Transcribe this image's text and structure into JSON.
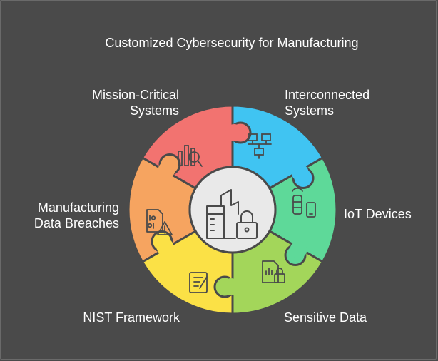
{
  "title": "Customized Cybersecurity for Manufacturing",
  "segments": [
    {
      "label_line1": "Mission-Critical",
      "label_line2": "Systems",
      "color": "#f27370",
      "icon": "chart-magnifier-icon"
    },
    {
      "label_line1": "Interconnected",
      "label_line2": "Systems",
      "color": "#40c4f2",
      "icon": "network-computers-icon"
    },
    {
      "label_line1": "IoT Devices",
      "label_line2": "",
      "color": "#5ed999",
      "icon": "iot-devices-icon"
    },
    {
      "label_line1": "Sensitive Data",
      "label_line2": "",
      "color": "#a3d65a",
      "icon": "locked-document-icon"
    },
    {
      "label_line1": "NIST Framework",
      "label_line2": "",
      "color": "#fbe146",
      "icon": "framework-document-icon"
    },
    {
      "label_line1": "Manufacturing",
      "label_line2": "Data Breaches",
      "color": "#f6a460",
      "icon": "binary-file-warning-icon"
    }
  ],
  "center_icon": "secure-factory-lock-icon",
  "colors": {
    "background": "#4a4a4a",
    "hub": "#e9e9e9",
    "stroke": "#4a4a4a"
  }
}
